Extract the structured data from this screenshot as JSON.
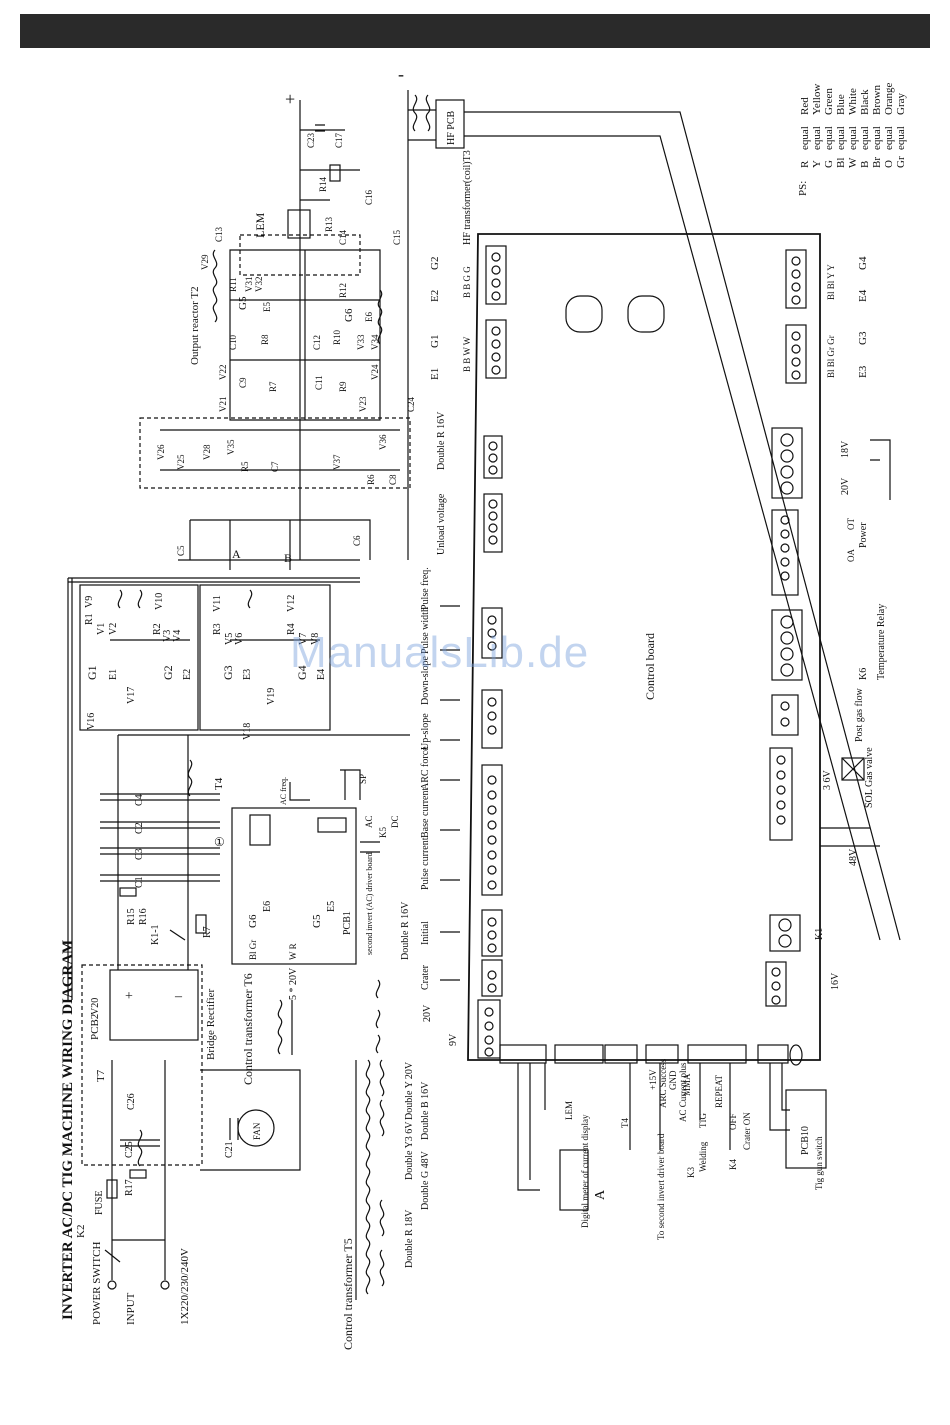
{
  "diagram": {
    "title": "INVERTER AC/DC TIG MACHINE   WIRING DIAGRAM",
    "watermark": "ManualsLib.de",
    "input_section": {
      "power_switch": "POWER SWITCH",
      "k2": "K2",
      "fuse": "FUSE",
      "input": "INPUT",
      "voltage": "1X220/230/240V",
      "pcb2": "PCB2",
      "t7": "T7",
      "c25": "C25",
      "r17": "R17",
      "c26": "C26",
      "c21": "C21",
      "fan": "FAN",
      "v20": "V20",
      "bridge_rectifier": "Bridge Rectifier",
      "r15": "R15",
      "r16": "R16",
      "k1_1": "K1-1",
      "r7": "R7",
      "caps": [
        "C1",
        "C3",
        "C2",
        "C4"
      ],
      "t4": "T4"
    },
    "transformers": {
      "t6": "Control transformer T6",
      "t5": "Control transformer T5",
      "t5_taps": [
        "Double R 18V",
        "Double G 48V",
        "Double Y3 6V",
        "Double Y 20V",
        "Double B 16V"
      ]
    },
    "igbt_section": {
      "groups": [
        {
          "g": "G1",
          "e": "E1",
          "r": "R1",
          "v": [
            "V9",
            "V1",
            "V2",
            "V17",
            "V16"
          ]
        },
        {
          "g": "G2",
          "e": "E2",
          "r": "R2",
          "v": [
            "V10",
            "V3",
            "V4"
          ]
        },
        {
          "g": "G3",
          "e": "E3",
          "r": "R3",
          "v": [
            "V11",
            "V5",
            "V6",
            "V19",
            "V18"
          ]
        },
        {
          "g": "G4",
          "e": "E4",
          "r": "R4",
          "v": [
            "V12",
            "V7",
            "V8"
          ]
        }
      ]
    },
    "output_section": {
      "plus": "+",
      "minus": "-",
      "c23": "C23",
      "c17": "C17",
      "r14": "R14",
      "c16": "C16",
      "r13": "R13",
      "c14": "C14",
      "c15": "C15",
      "c13": "C13",
      "lem": "LEM",
      "t2": "Output reactor T2",
      "v29": "V29",
      "g5": "G5",
      "e5": "E5",
      "g6": "G6",
      "e6": "E6",
      "r11": "R11",
      "r12": "R12",
      "v31": "V31",
      "v32": "V32",
      "v33": "V33",
      "v34": "V34",
      "c10": "C10",
      "c12": "C12",
      "r8": "R8",
      "r10": "R10",
      "v22": "V22",
      "v24": "V24",
      "c9": "C9",
      "r7b": "R7",
      "c11": "C11",
      "r9": "R9",
      "v21": "V21",
      "v23": "V23",
      "c24": "C24",
      "v26": "V26",
      "v25": "V25",
      "v28": "V28",
      "v35": "V35",
      "r5": "R5",
      "c7": "C7",
      "v37": "V37",
      "v36": "V36",
      "r6": "R6",
      "c8": "C8",
      "c5": "C5",
      "c6": "C6",
      "a": "A",
      "b": "B",
      "hf_pcb": "HF PCB",
      "hf_transformer": "HF transformer(coil)T3"
    },
    "pcb1": {
      "label": "PCB1",
      "driver": "second invert (AC) driver board",
      "g6": "G6",
      "e6": "E6",
      "g5": "G5",
      "e5": "E5",
      "ac_freq": "AC freq.",
      "sp": "SP",
      "k5": "K5",
      "ac": "AC",
      "dc": "DC",
      "v20_label": "5 * 20V",
      "circ1": "①"
    },
    "control_board": {
      "label": "Control board",
      "unload_voltage": "Unload voltage",
      "double_r_16v": "Double R 16V",
      "double_r_16v_b": "Double R  16V",
      "connectors": [
        "Crater",
        "Initial",
        "Pulse current",
        "Base current",
        "ARC force",
        "Up-slope",
        "Down-slope",
        "Pulse width",
        "Pulse freq."
      ],
      "e1": "E1",
      "g1": "G1",
      "e2": "E2",
      "g2": "G2",
      "e3": "E3",
      "g3": "G3",
      "e4": "E4",
      "g4": "G4",
      "power_label": "Power",
      "oa": "OA",
      "ot": "OT",
      "v18": "18V",
      "v20": "20V",
      "temp_relay": "Temperature Relay",
      "k6": "K6",
      "post_gas": "Post gas flow",
      "sol": "SOL Gas valve",
      "v36": "3 6V",
      "v48": "48V",
      "k1": "K1",
      "v16": "16V",
      "v9": "9V",
      "g20v": "20V",
      "plus15": "+15V",
      "arc_success": "ARC Success",
      "gnd": "GND",
      "ac_current_plus": "AC Current plus",
      "lem": "LEM",
      "t4": "T4",
      "mma": "MMA",
      "tig": "TIG",
      "welding": "Welding",
      "k3": "K3",
      "repeat": "REPEAT",
      "off": "OFF",
      "crater_on": "Crater ON",
      "k4": "K4",
      "pcb10": "PCB10",
      "tig_switch": "Tig gun switch",
      "digital_meter": "Digital meter of current display",
      "a_label": "A",
      "second_invert": "To second invert driver board"
    },
    "legend": {
      "prefix": "PS:",
      "items": [
        {
          "code": "R",
          "word": "equal",
          "color": "Red"
        },
        {
          "code": "Y",
          "word": "equal",
          "color": "Yellow"
        },
        {
          "code": "G",
          "word": "equal",
          "color": "Green"
        },
        {
          "code": "Bl",
          "word": "equal",
          "color": "Blue"
        },
        {
          "code": "W",
          "word": "equal",
          "color": "White"
        },
        {
          "code": "B",
          "word": "equal",
          "color": "Black"
        },
        {
          "code": "Br",
          "word": "equal",
          "color": "Brown"
        },
        {
          "code": "O",
          "word": "equal",
          "color": "Orange"
        },
        {
          "code": "Gr",
          "word": "equal",
          "color": "Gray"
        }
      ]
    }
  }
}
